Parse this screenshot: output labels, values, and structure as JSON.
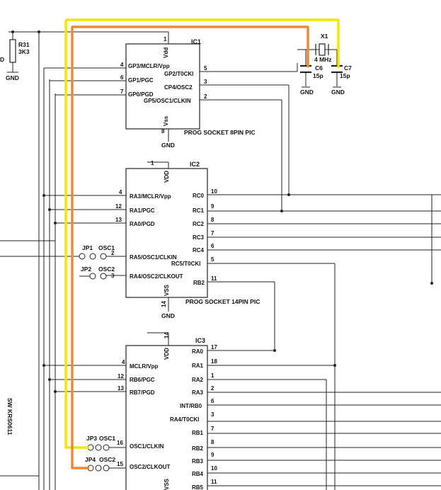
{
  "colors": {
    "wire": "#222222",
    "highlight_yellow": "#f2e600",
    "highlight_orange": "#f08a30",
    "background": "#ffffff"
  },
  "r31": {
    "ref": "R31",
    "value": "3K3",
    "gnd": "GND",
    "left_cut": "D"
  },
  "x1": {
    "ref": "X1",
    "value": "4 MHz"
  },
  "c6": {
    "ref": "C6",
    "value": "15p",
    "gnd": "GND"
  },
  "c7": {
    "ref": "C7",
    "value": "15p",
    "gnd": "GND"
  },
  "ic1": {
    "ref": "IC1",
    "title": "PROG SOCKET 8PIN PIC",
    "vdd": "Vdd",
    "vss": "Vss",
    "gnd": "GND",
    "pins_left": [
      {
        "num": "4",
        "name": "GP3/MCLR/Vpp"
      },
      {
        "num": "6",
        "name": "GP1/PGC"
      },
      {
        "num": "7",
        "name": "GP0/PGD"
      }
    ],
    "pins_right": [
      {
        "num": "5",
        "name": "GP2/T0CKI"
      },
      {
        "num": "3",
        "name": "CP4/OSC2"
      },
      {
        "num": "2",
        "name": "GP5/OSC1/CLKIN"
      }
    ],
    "vdd_num": "1",
    "vss_num": "8"
  },
  "ic2": {
    "ref": "IC2",
    "title": "PROG SOCKET 14PIN PIC",
    "vdd": "VDD",
    "vss": "VSS",
    "gnd": "GND",
    "vdd_num": "1",
    "vss_num": "14",
    "pins_left": [
      {
        "num": "4",
        "name": "RA3/MCLR/Vpp"
      },
      {
        "num": "12",
        "name": "RA1/PGC"
      },
      {
        "num": "13",
        "name": "RA0/PGD"
      },
      {
        "num": "2",
        "name": "RA5/OSC1/CLKIN"
      },
      {
        "num": "3",
        "name": "RA4/OSC2/CLKOUT"
      }
    ],
    "pins_right": [
      {
        "num": "10",
        "name": "RC0"
      },
      {
        "num": "9",
        "name": "RC1"
      },
      {
        "num": "8",
        "name": "RC2"
      },
      {
        "num": "7",
        "name": "RC3"
      },
      {
        "num": "6",
        "name": "RC4"
      },
      {
        "num": "5",
        "name": "RC5/T0CKI"
      },
      {
        "num": "11",
        "name": "RB2"
      }
    ]
  },
  "ic3": {
    "ref": "IC3",
    "vdd": "VDD",
    "vss": "VSS",
    "vdd_num": "14",
    "pins_left": [
      {
        "num": "4",
        "name": "MCLR/Vpp"
      },
      {
        "num": "12",
        "name": "RB6/PGC"
      },
      {
        "num": "13",
        "name": "RB7/PGD"
      },
      {
        "num": "16",
        "name": "OSC1/CLKIN"
      },
      {
        "num": "15",
        "name": "OSC2/CLKOUT"
      }
    ],
    "pins_right": [
      {
        "num": "17",
        "name": "RA0"
      },
      {
        "num": "18",
        "name": "RA1"
      },
      {
        "num": "1",
        "name": "RA2"
      },
      {
        "num": "2",
        "name": "RA3"
      },
      {
        "num": "6",
        "name": "INT/RB0"
      },
      {
        "num": "3",
        "name": "RA4/T0CKI"
      },
      {
        "num": "7",
        "name": "RB1"
      },
      {
        "num": "8",
        "name": "RB2"
      },
      {
        "num": "9",
        "name": "RB3"
      },
      {
        "num": "10",
        "name": "RB4"
      },
      {
        "num": "11",
        "name": "RB5"
      }
    ]
  },
  "jumpers": {
    "jp1": {
      "ref": "JP1",
      "net": "OSC1"
    },
    "jp2": {
      "ref": "JP2",
      "net": "OSC2"
    },
    "jp3": {
      "ref": "JP3",
      "net": "OSC1"
    },
    "jp4": {
      "ref": "JP4",
      "net": "OSC2"
    }
  },
  "switch_label": "SW KRS0611"
}
